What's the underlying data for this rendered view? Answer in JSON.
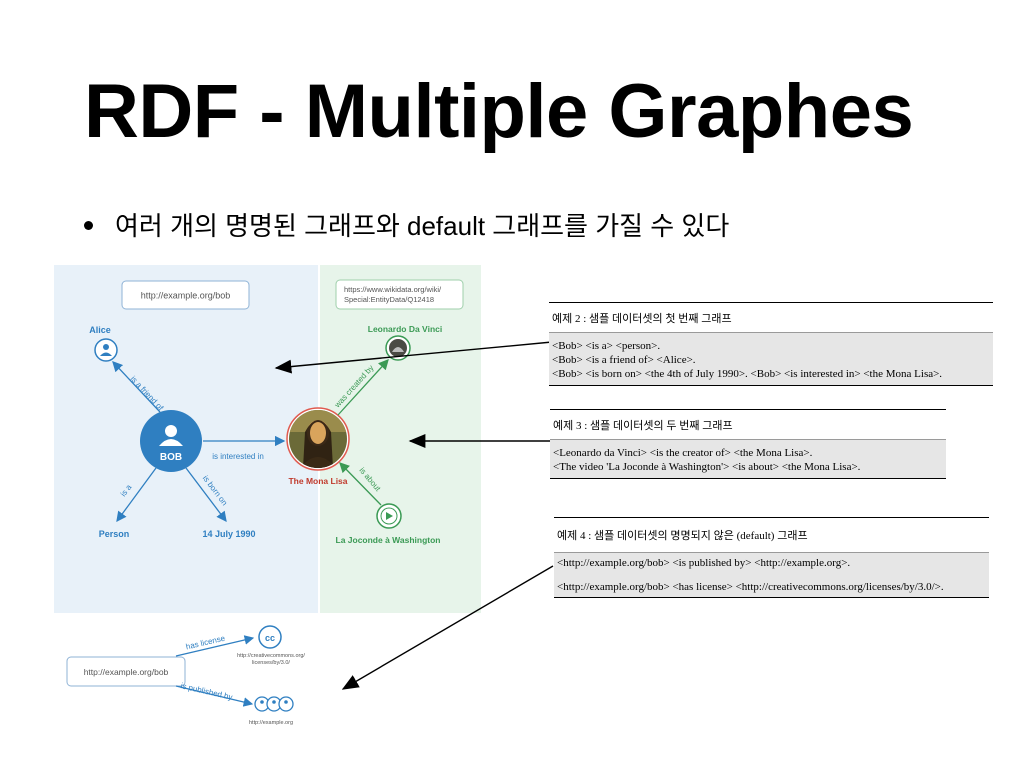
{
  "slide": {
    "title": "RDF - Multiple Graphes",
    "bullet": "여러 개의 명명된 그래프와 default 그래프를 가질 수 있다"
  },
  "diagram": {
    "bob_uri": "http://example.org/bob",
    "wikidata_uri_line1": "https://www.wikidata.org/wiki/",
    "wikidata_uri_line2": "Special:EntityData/Q12418",
    "alice": "Alice",
    "bob": "BOB",
    "person": "Person",
    "birth_date": "14 July 1990",
    "mona_lisa": "The Mona Lisa",
    "leonardo": "Leonardo Da Vinci",
    "la_joconde": "La Joconde à Washington",
    "is_a_friend_of": "is a friend of",
    "is_a": "is a",
    "is_born_on": "is born on",
    "is_interested_in": "is interested in",
    "was_created_by": "was created by",
    "is_about": "is about",
    "default_bob_uri": "http://example.org/bob",
    "has_license": "has license",
    "is_published_by": "is published by",
    "cc_badge": "cc",
    "cc_uri_line1": "http://creativecommons.org/",
    "cc_uri_line2": "licenses/by/3.0/",
    "example_org": "http://example.org",
    "colors": {
      "bob_graph_bg": "#e8f1f9",
      "wikidata_graph_bg": "#e7f4ea",
      "blue": "#2f7fc1",
      "green": "#3b9a55"
    }
  },
  "tables": [
    {
      "header": "예제 2 : 샘플 데이터셋의 첫 번째 그래프",
      "lines": [
        "<Bob> <is a> <person>.",
        "<Bob> <is a friend of> <Alice>.",
        "<Bob> <is born on> <the 4th of July 1990>. <Bob> <is interested in> <the Mona Lisa>."
      ]
    },
    {
      "header": "예제 3 : 샘플 데이터셋의 두 번째 그래프",
      "lines": [
        "<Leonardo da Vinci> <is the creator of> <the Mona Lisa>.",
        "<The video 'La Joconde à Washington'> <is about> <the Mona Lisa>."
      ]
    },
    {
      "header": "예제 4 : 샘플 데이터셋의 명명되지 않은 (default) 그래프",
      "lines": [
        "<http://example.org/bob> <is published by> <http://example.org>.",
        "",
        "<http://example.org/bob> <has license> <http://creativecommons.org/licenses/by/3.0/>."
      ]
    }
  ]
}
